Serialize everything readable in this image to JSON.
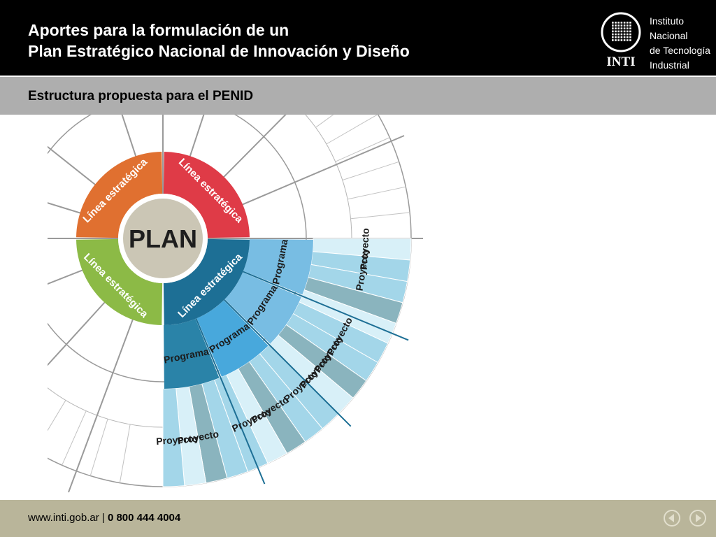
{
  "header": {
    "title_line1": "Aportes para la formulación de un",
    "title_line2": "Plan Estratégico Nacional de Innovación y Diseño",
    "logo": {
      "mark": "INTI",
      "line1": "Instituto",
      "line2": "Nacional",
      "line3": "de Tecnología",
      "line4": "Industrial"
    }
  },
  "subheader": {
    "title": "Estructura propuesta para el PENID"
  },
  "diagram": {
    "center": "PLAN",
    "lines": [
      "Línea estratégica",
      "Línea estratégica",
      "Línea estratégica",
      "Línea estratégica"
    ],
    "programs": [
      "Programa",
      "Programa",
      "Programa",
      "Programa"
    ],
    "projects": [
      "Proyecto",
      "Proyecto",
      "Proyecto",
      "Proyecto",
      "Proyecto",
      "Proyecto",
      "Proyecto",
      "Proyecto",
      "Proyecto",
      "Proyecto"
    ],
    "colors": {
      "center": "#cbc6b5",
      "line_orange": "#e07030",
      "line_red": "#df3b47",
      "line_green": "#8cba46",
      "line_blue": "#1d6f95",
      "program_light": "#78bde3",
      "program_mid": "#48a8dc",
      "program_dark": "#2a83a8",
      "project_colors": [
        "#a3d6e9",
        "#8ab4be",
        "#d8f0f8"
      ]
    }
  },
  "footer": {
    "url": "www.inti.gob.ar",
    "separator": " | ",
    "phone": "0 800 444 4004"
  },
  "nav_icons": [
    "previous-arrow-icon",
    "next-arrow-icon"
  ]
}
